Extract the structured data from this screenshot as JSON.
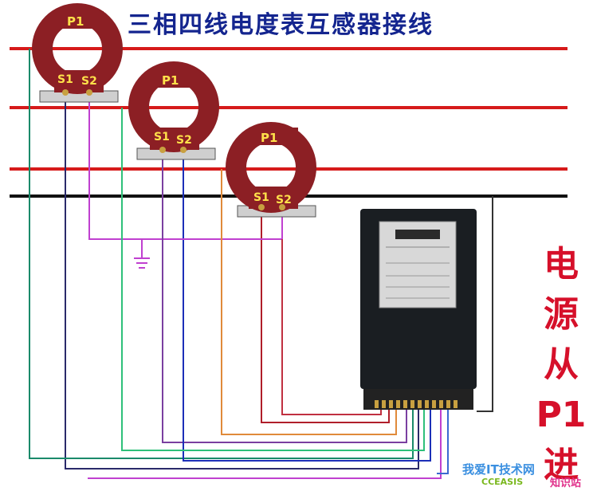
{
  "title": "三相四线电度表互感器接线",
  "side_caption": [
    "电",
    "源",
    "从",
    "P1",
    "进"
  ],
  "transformers": [
    {
      "primary": "P1",
      "s1": "S1",
      "s2": "S2"
    },
    {
      "primary": "P1",
      "s1": "S1",
      "s2": "S2"
    },
    {
      "primary": "P1",
      "s1": "S1",
      "s2": "S2"
    }
  ],
  "watermark": {
    "line1": "我爱IT技术网",
    "line2": "知识站",
    "line3": "CCEASIS"
  },
  "colors": {
    "phase_line": "#d61a1a",
    "neutral_line": "#111111",
    "title": "#14258f",
    "caption": "#d6102a",
    "ct_body": "#8c1f24",
    "meter_body": "#1a1e22"
  }
}
